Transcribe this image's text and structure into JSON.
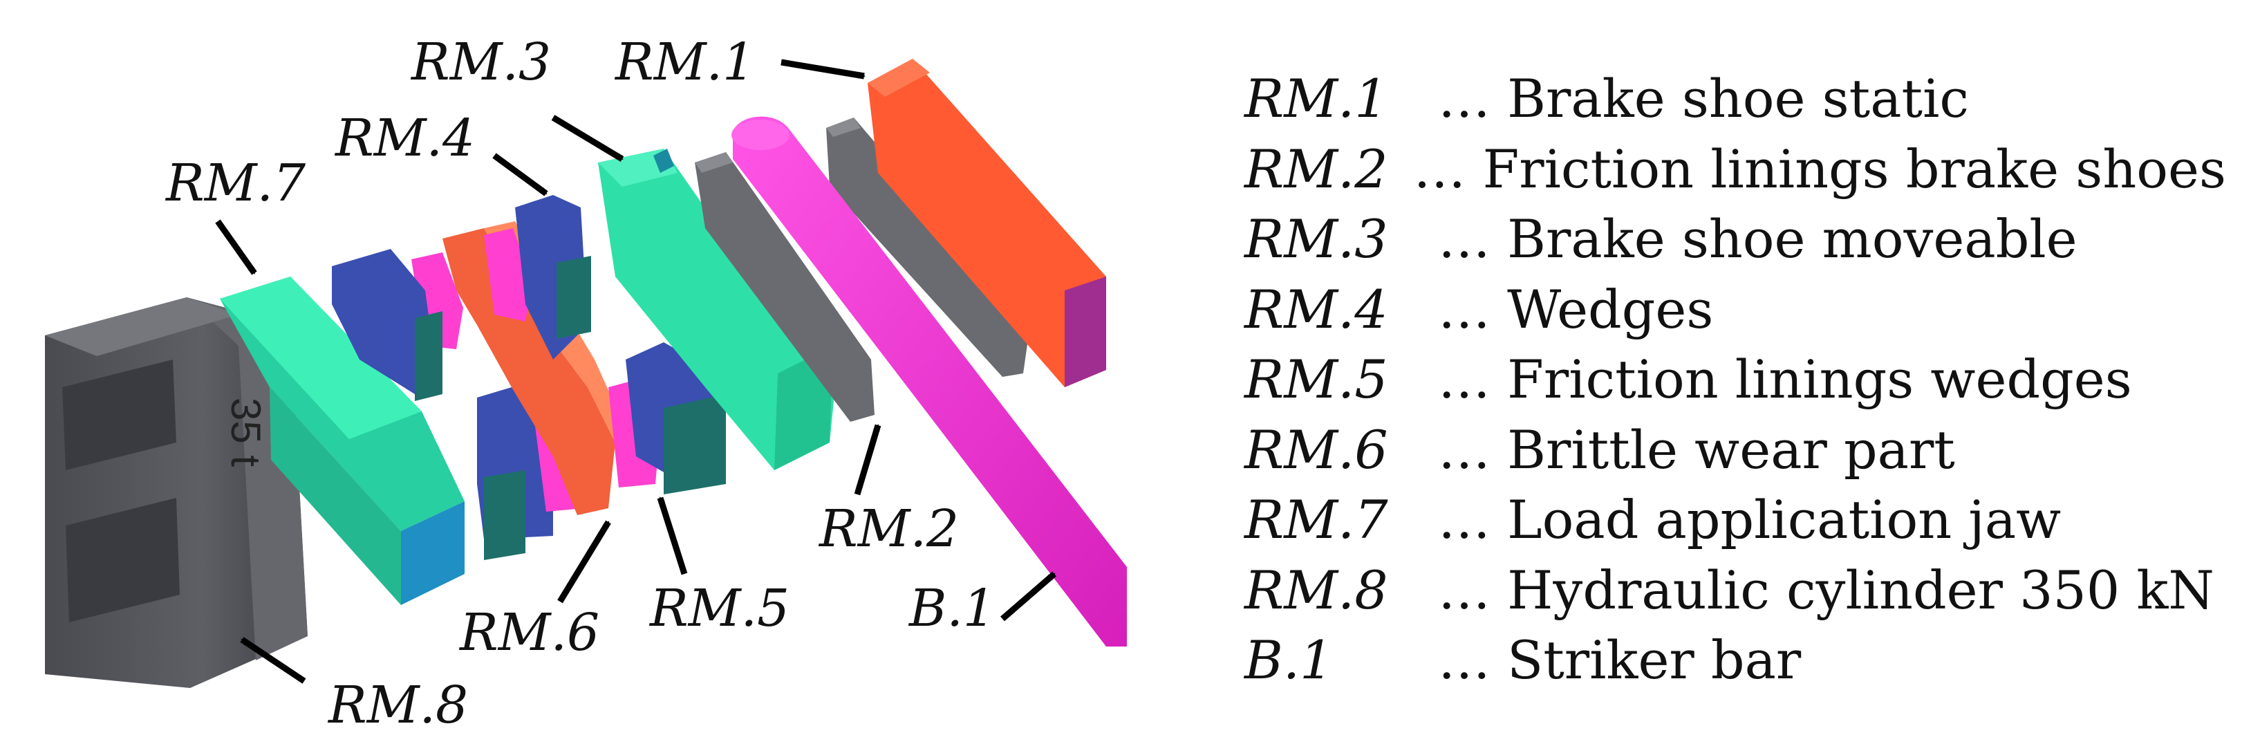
{
  "callouts": {
    "rm1": "RM.1",
    "rm2": "RM.2",
    "rm3": "RM.3",
    "rm4": "RM.4",
    "rm5": "RM.5",
    "rm6": "RM.6",
    "rm7": "RM.7",
    "rm8": "RM.8",
    "b1": "B.1"
  },
  "cylinder_marking": "35 t",
  "legend": [
    {
      "code": "RM.1",
      "desc": "… Brake shoe static"
    },
    {
      "code": "RM.2",
      "desc": "… Friction linings brake shoes"
    },
    {
      "code": "RM.3",
      "desc": "… Brake shoe moveable"
    },
    {
      "code": "RM.4",
      "desc": "… Wedges"
    },
    {
      "code": "RM.5",
      "desc": "… Friction linings wedges"
    },
    {
      "code": "RM.6",
      "desc": "… Brittle wear part"
    },
    {
      "code": "RM.7",
      "desc": "… Load application jaw"
    },
    {
      "code": "RM.8",
      "desc": "… Hydraulic cylinder 350 kN"
    },
    {
      "code": "B.1",
      "desc": "… Striker bar"
    }
  ],
  "colors": {
    "cylinder": "#55565c",
    "jaw": "#2ee0a8",
    "wedge": "#3a4fb0",
    "lining_wedge": "#ff3fd0",
    "wear_part": "#f2603c",
    "lining_shoe": "#6a6b70",
    "shoe_static": "#ff5a32",
    "striker": "#ff33dd"
  }
}
